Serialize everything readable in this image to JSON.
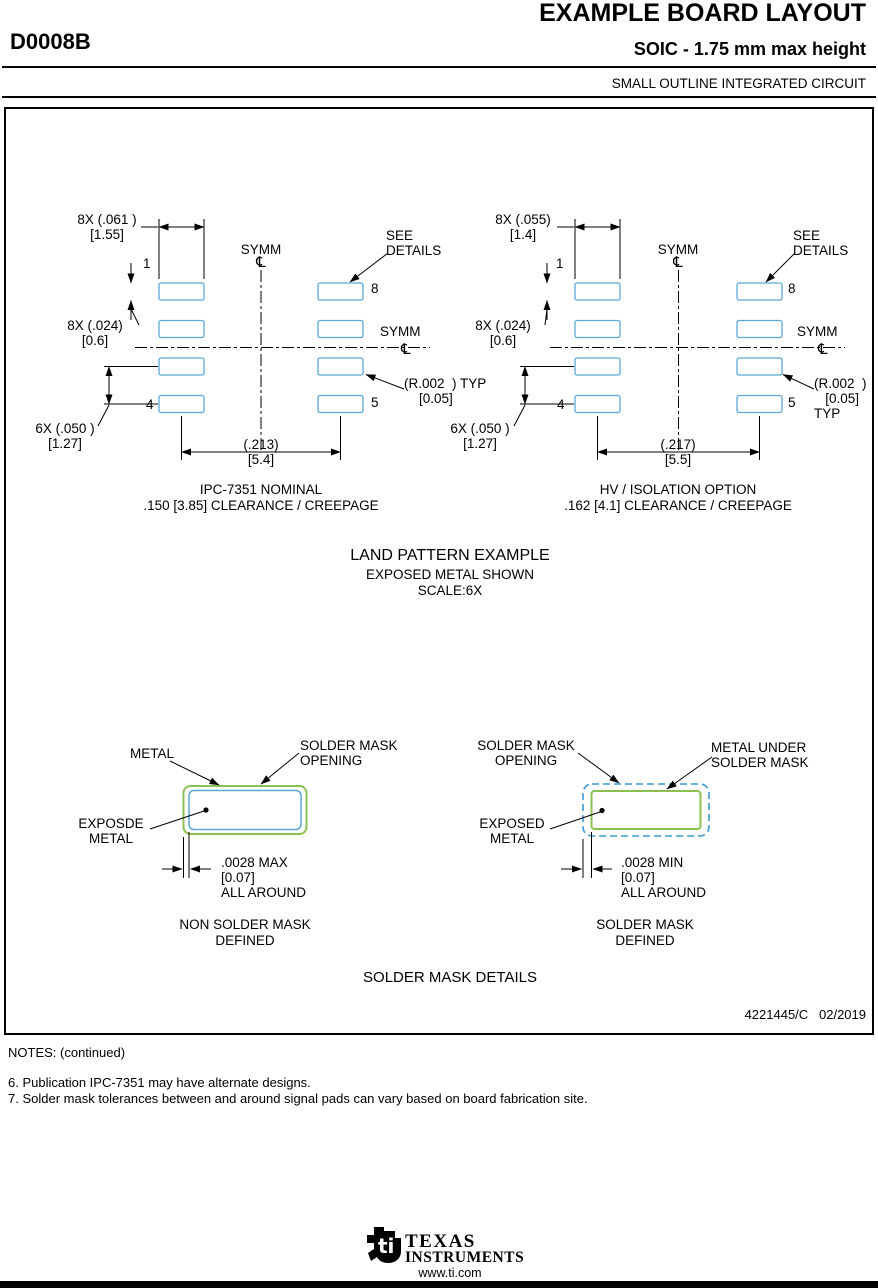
{
  "header": {
    "doc_title": "EXAMPLE BOARD LAYOUT",
    "part_number": "D0008B",
    "package_title": "SOIC - 1.75 mm max height",
    "package_subtitle": "SMALL OUTLINE INTEGRATED CIRCUIT"
  },
  "land_pattern": {
    "heading": "LAND PATTERN EXAMPLE",
    "subheading": "EXPOSED METAL SHOWN",
    "scale": "SCALE:6X",
    "symm": "SYMM",
    "centerline_symbol": "℄",
    "see_details": "SEE\nDETAILS",
    "pins": {
      "p1": "1",
      "p4": "4",
      "p5": "5",
      "p8": "8"
    },
    "left": {
      "dim_pad_width": "8X (.061 )\n[1.55]",
      "dim_pad_height": "8X (.024)\n[0.6]",
      "dim_pitch": "6X (.050 )\n[1.27]",
      "dim_span": "(.213)\n[5.4]",
      "radius_note": "(R.002  ) TYP\n    [0.05]",
      "caption": "IPC-7351 NOMINAL\n.150 [3.85] CLEARANCE / CREEPAGE"
    },
    "right": {
      "dim_pad_width": "8X (.055)\n[1.4]",
      "dim_pad_height": "8X (.024)\n[0.6]",
      "dim_pitch": "6X (.050 )\n[1.27]",
      "dim_span": "(.217)\n[5.5]",
      "radius_note": "(R.002  )\n   [0.05]\nTYP",
      "caption": "HV / ISOLATION OPTION\n.162 [4.1] CLEARANCE / CREEPAGE"
    }
  },
  "solder_mask": {
    "heading": "SOLDER MASK DETAILS",
    "nsmd": {
      "metal_label": "METAL",
      "opening_label": "SOLDER MASK\nOPENING",
      "exposed_label": "EXPOSDE\nMETAL",
      "dim": ".0028 MAX\n[0.07]\nALL AROUND",
      "caption": "NON SOLDER MASK\nDEFINED"
    },
    "smd": {
      "opening_label": "SOLDER MASK\nOPENING",
      "metal_under_label": "METAL UNDER\nSOLDER MASK",
      "exposed_label": "EXPOSED\nMETAL",
      "dim": ".0028 MIN\n[0.07]\nALL AROUND",
      "caption": "SOLDER MASK\nDEFINED"
    }
  },
  "title_block": {
    "drawing_number": "4221445/C   02/2019"
  },
  "notes": {
    "heading": "NOTES: (continued)",
    "items": [
      "6. Publication IPC-7351 may have alternate designs.",
      "7. Solder mask tolerances between and around signal pads can vary based on board fabrication site."
    ]
  },
  "footer": {
    "logo_bug": "ti",
    "brand_top": "TEXAS",
    "brand_bottom": "INSTRUMENTS",
    "url": "www.ti.com"
  },
  "colors": {
    "pad_outline": "#5aa7d8",
    "mask_green": "#8cc152",
    "mask_blue_dashed": "#3a9bd5",
    "line": "#000000"
  }
}
